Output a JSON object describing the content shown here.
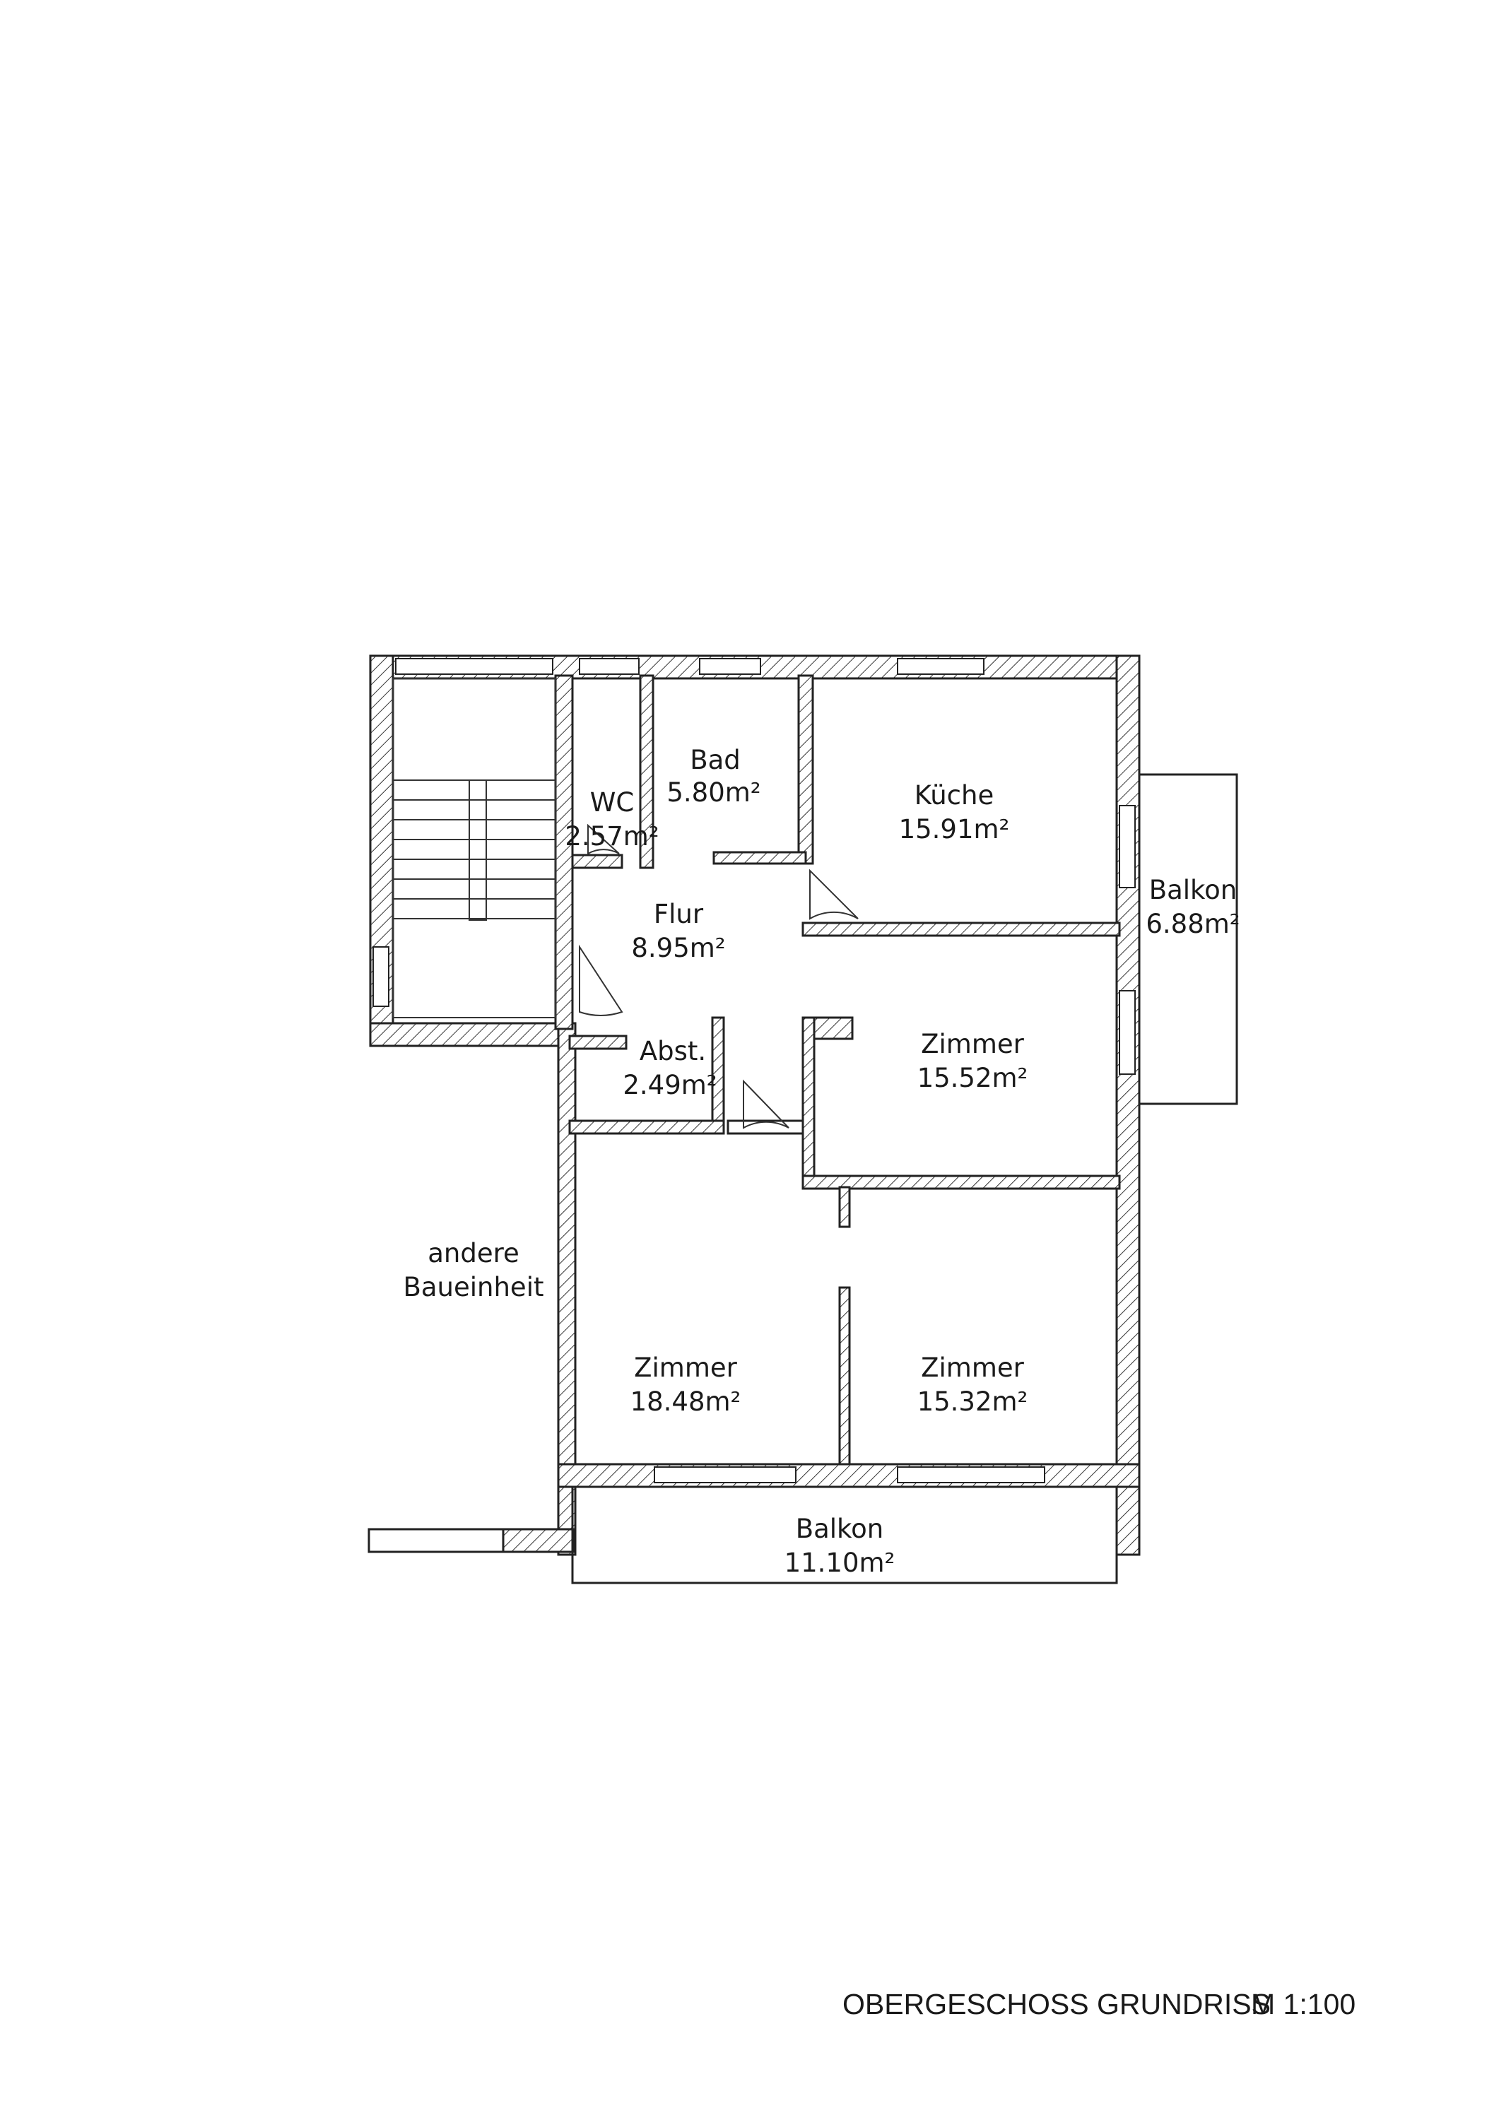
{
  "plan": {
    "rooms": [
      {
        "name": "Bad",
        "area": "5.80m²"
      },
      {
        "name": "WC",
        "area": "2.57m²"
      },
      {
        "name": "Küche",
        "area": "15.91m²"
      },
      {
        "name": "Balkon",
        "area": "6.88m²"
      },
      {
        "name": "Flur",
        "area": "8.95m²"
      },
      {
        "name": "Abst.",
        "area": "2.49m²"
      },
      {
        "name": "Zimmer",
        "area": "15.52m²"
      },
      {
        "name": "Zimmer",
        "area": "18.48m²"
      },
      {
        "name": "Zimmer",
        "area": "15.32m²"
      },
      {
        "name": "Balkon",
        "area": "11.10m²"
      }
    ],
    "neighbor_label_line1": "andere",
    "neighbor_label_line2": "Baueinheit"
  },
  "footer": {
    "title": "OBERGESCHOSS GRUNDRISS",
    "scale": "M 1:100"
  },
  "colors": {
    "line": "#222222",
    "background": "#ffffff"
  }
}
